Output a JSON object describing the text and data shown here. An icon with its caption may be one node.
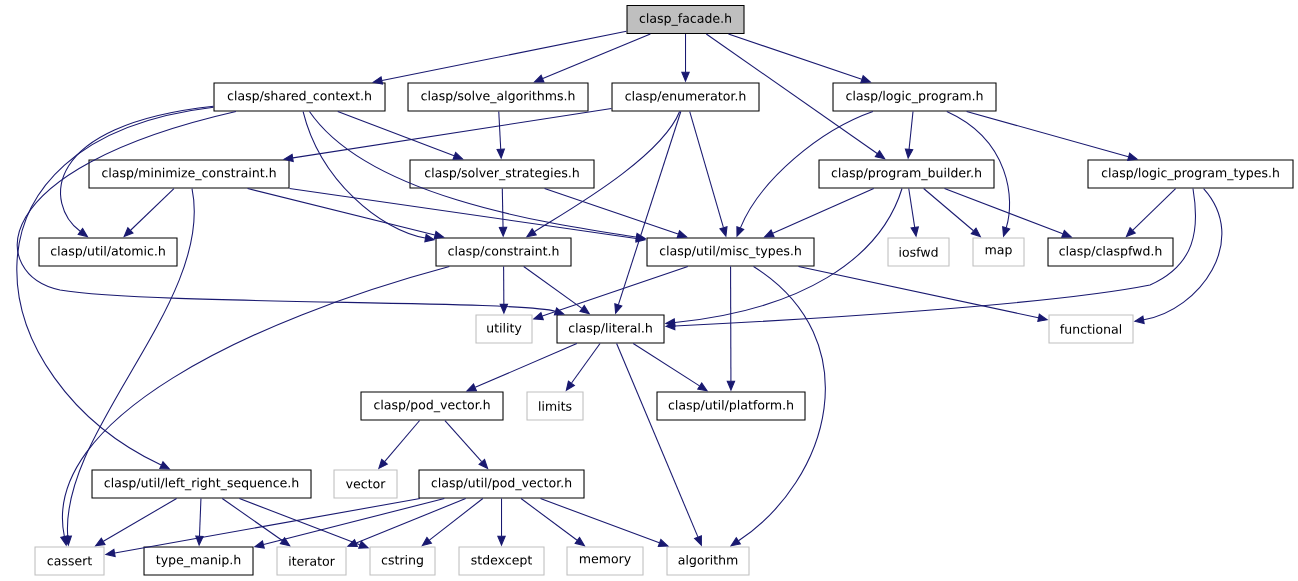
{
  "diagram": {
    "nodes": [
      {
        "text": [
          "clasp_facade.h"
        ]
      },
      {
        "text": [
          "clasp/shared_context.h"
        ]
      },
      {
        "text": [
          "clasp/solve_algorithms.h"
        ]
      },
      {
        "text": [
          "clasp/enumerator.h"
        ]
      },
      {
        "text": [
          "clasp/logic_program.h"
        ]
      },
      {
        "text": [
          "clasp/minimize_constraint.h"
        ]
      },
      {
        "text": [
          "clasp/solver_strategies.h"
        ]
      },
      {
        "text": [
          "clasp/program_builder.h"
        ]
      },
      {
        "text": [
          "clasp/logic_program_types.h"
        ]
      },
      {
        "text": [
          "clasp/util/atomic.h"
        ]
      },
      {
        "text": [
          "clasp/constraint.h"
        ]
      },
      {
        "text": [
          "clasp/util/misc_types.h"
        ]
      },
      {
        "text": [
          "iosfwd"
        ]
      },
      {
        "text": [
          "map"
        ]
      },
      {
        "text": [
          "clasp/claspfwd.h"
        ]
      },
      {
        "text": [
          "utility"
        ]
      },
      {
        "text": [
          "clasp/literal.h"
        ]
      },
      {
        "text": [
          "functional"
        ]
      },
      {
        "text": [
          "clasp/pod_vector.h"
        ]
      },
      {
        "text": [
          "limits"
        ]
      },
      {
        "text": [
          "clasp/util/platform.h"
        ]
      },
      {
        "text": [
          "clasp/util/left_right_sequence.h"
        ]
      },
      {
        "text": [
          "vector"
        ]
      },
      {
        "text": [
          "clasp/util/pod_vector.h"
        ]
      },
      {
        "text": [
          "cassert"
        ]
      },
      {
        "text": [
          "type_manip.h"
        ]
      },
      {
        "text": [
          "iterator"
        ]
      },
      {
        "text": [
          "cstring"
        ]
      },
      {
        "text": [
          "stdexcept"
        ]
      },
      {
        "text": [
          "memory"
        ]
      },
      {
        "text": [
          "algorithm"
        ]
      }
    ],
    "edges": [
      {
        "from": 0,
        "to": 1,
        "arrow": "to"
      },
      {
        "from": 0,
        "to": 2,
        "arrow": "to"
      },
      {
        "from": 0,
        "to": 3,
        "arrow": "to"
      },
      {
        "from": 0,
        "to": 7,
        "arrow": "to"
      },
      {
        "from": 0,
        "to": 4,
        "arrow": "to"
      },
      {
        "from": 1,
        "to": 9,
        "arrow": "to"
      },
      {
        "from": 1,
        "to": 21,
        "arrow": "to"
      },
      {
        "from": 1,
        "to": 16,
        "arrow": "to"
      },
      {
        "from": 1,
        "to": 10,
        "arrow": "to"
      },
      {
        "from": 1,
        "to": 11,
        "arrow": "to"
      },
      {
        "from": 1,
        "to": 6,
        "arrow": "to"
      },
      {
        "from": 2,
        "to": 6,
        "arrow": "to"
      },
      {
        "from": 3,
        "to": 5,
        "arrow": "to"
      },
      {
        "from": 3,
        "to": 10,
        "arrow": "to"
      },
      {
        "from": 3,
        "to": 16,
        "arrow": "to"
      },
      {
        "from": 3,
        "to": 11,
        "arrow": "to"
      },
      {
        "from": 4,
        "to": 11,
        "arrow": "to"
      },
      {
        "from": 4,
        "to": 7,
        "arrow": "to"
      },
      {
        "from": 4,
        "to": 13,
        "arrow": "to"
      },
      {
        "from": 4,
        "to": 8,
        "arrow": "to"
      },
      {
        "from": 5,
        "to": 9,
        "arrow": "to"
      },
      {
        "from": 5,
        "to": 24,
        "arrow": "to"
      },
      {
        "from": 5,
        "to": 10,
        "arrow": "to"
      },
      {
        "from": 5,
        "to": 11,
        "arrow": "to"
      },
      {
        "from": 6,
        "to": 10,
        "arrow": "to"
      },
      {
        "from": 6,
        "to": 11,
        "arrow": "to"
      },
      {
        "from": 7,
        "to": 11,
        "arrow": "to"
      },
      {
        "from": 7,
        "to": 16,
        "arrow": "to"
      },
      {
        "from": 7,
        "to": 12,
        "arrow": "to"
      },
      {
        "from": 7,
        "to": 13,
        "arrow": "to"
      },
      {
        "from": 7,
        "to": 14,
        "arrow": "to"
      },
      {
        "from": 8,
        "to": 14,
        "arrow": "to"
      },
      {
        "from": 8,
        "to": 16,
        "arrow": "to"
      },
      {
        "from": 8,
        "to": 17,
        "arrow": "to"
      },
      {
        "from": 10,
        "to": 15,
        "arrow": "to"
      },
      {
        "from": 10,
        "to": 16,
        "arrow": "to"
      },
      {
        "from": 10,
        "to": 24,
        "arrow": "to"
      },
      {
        "from": 11,
        "to": 15,
        "arrow": "to"
      },
      {
        "from": 11,
        "to": 20,
        "arrow": "to"
      },
      {
        "from": 11,
        "to": 30,
        "arrow": "to"
      },
      {
        "from": 11,
        "to": 17,
        "arrow": "to"
      },
      {
        "from": 16,
        "to": 18,
        "arrow": "to"
      },
      {
        "from": 16,
        "to": 19,
        "arrow": "to"
      },
      {
        "from": 16,
        "to": 20,
        "arrow": "to"
      },
      {
        "from": 16,
        "to": 30,
        "arrow": "to"
      },
      {
        "from": 18,
        "to": 22,
        "arrow": "to"
      },
      {
        "from": 18,
        "to": 23,
        "arrow": "to"
      },
      {
        "from": 21,
        "to": 24,
        "arrow": "to"
      },
      {
        "from": 21,
        "to": 25,
        "arrow": "to"
      },
      {
        "from": 21,
        "to": 26,
        "arrow": "to"
      },
      {
        "from": 21,
        "to": 27,
        "arrow": "to"
      },
      {
        "from": 23,
        "to": 24,
        "arrow": "to"
      },
      {
        "from": 23,
        "to": 25,
        "arrow": "to"
      },
      {
        "from": 23,
        "to": 26,
        "arrow": "to"
      },
      {
        "from": 23,
        "to": 27,
        "arrow": "to"
      },
      {
        "from": 23,
        "to": 28,
        "arrow": "to"
      },
      {
        "from": 23,
        "to": 29,
        "arrow": "to"
      },
      {
        "from": 23,
        "to": 30,
        "arrow": "to"
      }
    ]
  }
}
